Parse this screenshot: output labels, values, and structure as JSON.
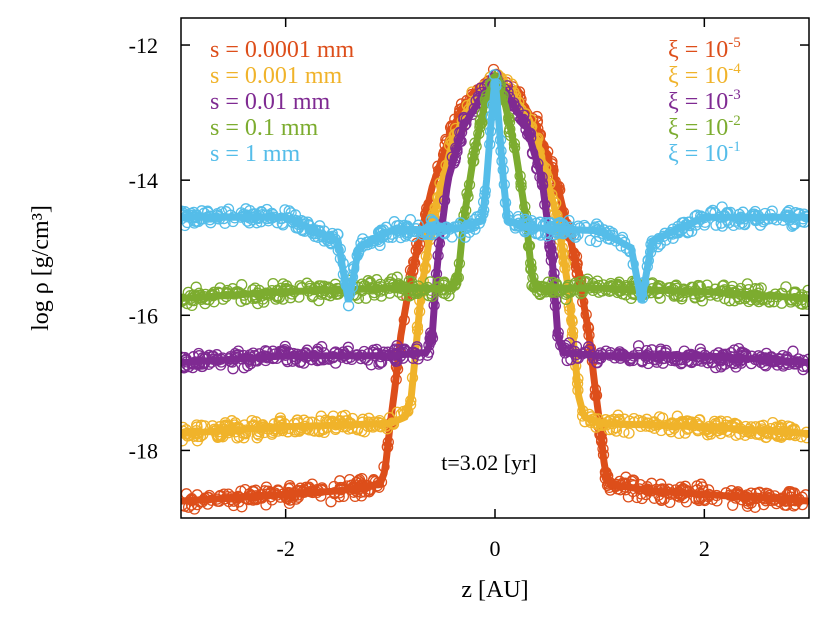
{
  "chart_data": {
    "type": "scatter",
    "title": "",
    "xlabel": "z [AU]",
    "ylabel": "log ρ [g/cm³]",
    "xlim": [
      -3,
      3
    ],
    "ylim": [
      -19,
      -11.6
    ],
    "xticks": [
      -2,
      0,
      2
    ],
    "xtick_labels": [
      "-2",
      "0",
      "2"
    ],
    "yticks": [
      -18,
      -16,
      -14,
      -12
    ],
    "ytick_labels": [
      "-18",
      "-16",
      "-14",
      "-12"
    ],
    "grid": false,
    "annotation": "t=3.02 [yr]",
    "legend_left_placement": "top-left",
    "legend_right_placement": "top-right",
    "series": [
      {
        "name": "s = 0.0001 mm",
        "xi_label": "ξ = 10",
        "xi_exponent": "-5",
        "color": "#dd4e1a",
        "floor": -18.65,
        "peak": -12.4,
        "edge": 1.05,
        "width": 0.62,
        "noise": 0.12,
        "profile": [
          [
            0.0,
            -12.5
          ],
          [
            0.2,
            -12.7
          ],
          [
            0.4,
            -13.2
          ],
          [
            0.6,
            -14.1
          ],
          [
            0.8,
            -15.4
          ],
          [
            0.9,
            -16.3
          ],
          [
            0.95,
            -17.0
          ],
          [
            1.0,
            -17.6
          ],
          [
            1.05,
            -18.3
          ],
          [
            1.1,
            -18.5
          ],
          [
            1.5,
            -18.6
          ],
          [
            2.0,
            -18.65
          ],
          [
            2.5,
            -18.7
          ],
          [
            3.0,
            -18.75
          ]
        ]
      },
      {
        "name": "s = 0.001 mm",
        "xi_label": "ξ = 10",
        "xi_exponent": "-4",
        "color": "#f0b32a",
        "floor": -17.7,
        "peak": -12.4,
        "edge": 0.8,
        "profile": [
          [
            0.0,
            -12.5
          ],
          [
            0.2,
            -12.8
          ],
          [
            0.4,
            -13.4
          ],
          [
            0.6,
            -14.6
          ],
          [
            0.7,
            -15.6
          ],
          [
            0.75,
            -16.4
          ],
          [
            0.8,
            -17.2
          ],
          [
            0.85,
            -17.5
          ],
          [
            1.0,
            -17.6
          ],
          [
            2.0,
            -17.65
          ],
          [
            3.0,
            -17.75
          ]
        ]
      },
      {
        "name": "s = 0.01 mm",
        "xi_label": "ξ = 10",
        "xi_exponent": "-3",
        "color": "#7f2a92",
        "floor": -16.6,
        "peak": -12.4,
        "edge": 0.6,
        "profile": [
          [
            0.0,
            -12.5
          ],
          [
            0.1,
            -12.7
          ],
          [
            0.3,
            -13.2
          ],
          [
            0.45,
            -14.0
          ],
          [
            0.55,
            -15.2
          ],
          [
            0.6,
            -16.3
          ],
          [
            0.65,
            -16.55
          ],
          [
            1.0,
            -16.6
          ],
          [
            2.0,
            -16.6
          ],
          [
            3.0,
            -16.7
          ]
        ]
      },
      {
        "name": "s = 0.1 mm",
        "xi_label": "ξ = 10",
        "xi_exponent": "-2",
        "color": "#7cac2f",
        "floor": -15.65,
        "peak": -12.4,
        "edge": 0.35,
        "profile": [
          [
            0.0,
            -12.5
          ],
          [
            0.1,
            -12.9
          ],
          [
            0.2,
            -13.6
          ],
          [
            0.3,
            -14.6
          ],
          [
            0.35,
            -15.4
          ],
          [
            0.4,
            -15.6
          ],
          [
            1.0,
            -15.6
          ],
          [
            2.0,
            -15.65
          ],
          [
            3.0,
            -15.75
          ]
        ]
      },
      {
        "name": "s = 1 mm",
        "xi_label": "ξ = 10",
        "xi_exponent": "-1",
        "color": "#55bde9",
        "floor": -14.55,
        "peak": -12.4,
        "edge": 0.12,
        "dip_center": 1.4,
        "dip_depth": -15.8,
        "profile": [
          [
            0.0,
            -12.5
          ],
          [
            0.03,
            -13.0
          ],
          [
            0.08,
            -14.0
          ],
          [
            0.12,
            -14.6
          ],
          [
            0.3,
            -14.7
          ],
          [
            1.0,
            -14.75
          ],
          [
            1.3,
            -15.0
          ],
          [
            1.4,
            -15.8
          ],
          [
            1.5,
            -14.9
          ],
          [
            2.0,
            -14.55
          ],
          [
            3.0,
            -14.55
          ]
        ]
      }
    ]
  }
}
